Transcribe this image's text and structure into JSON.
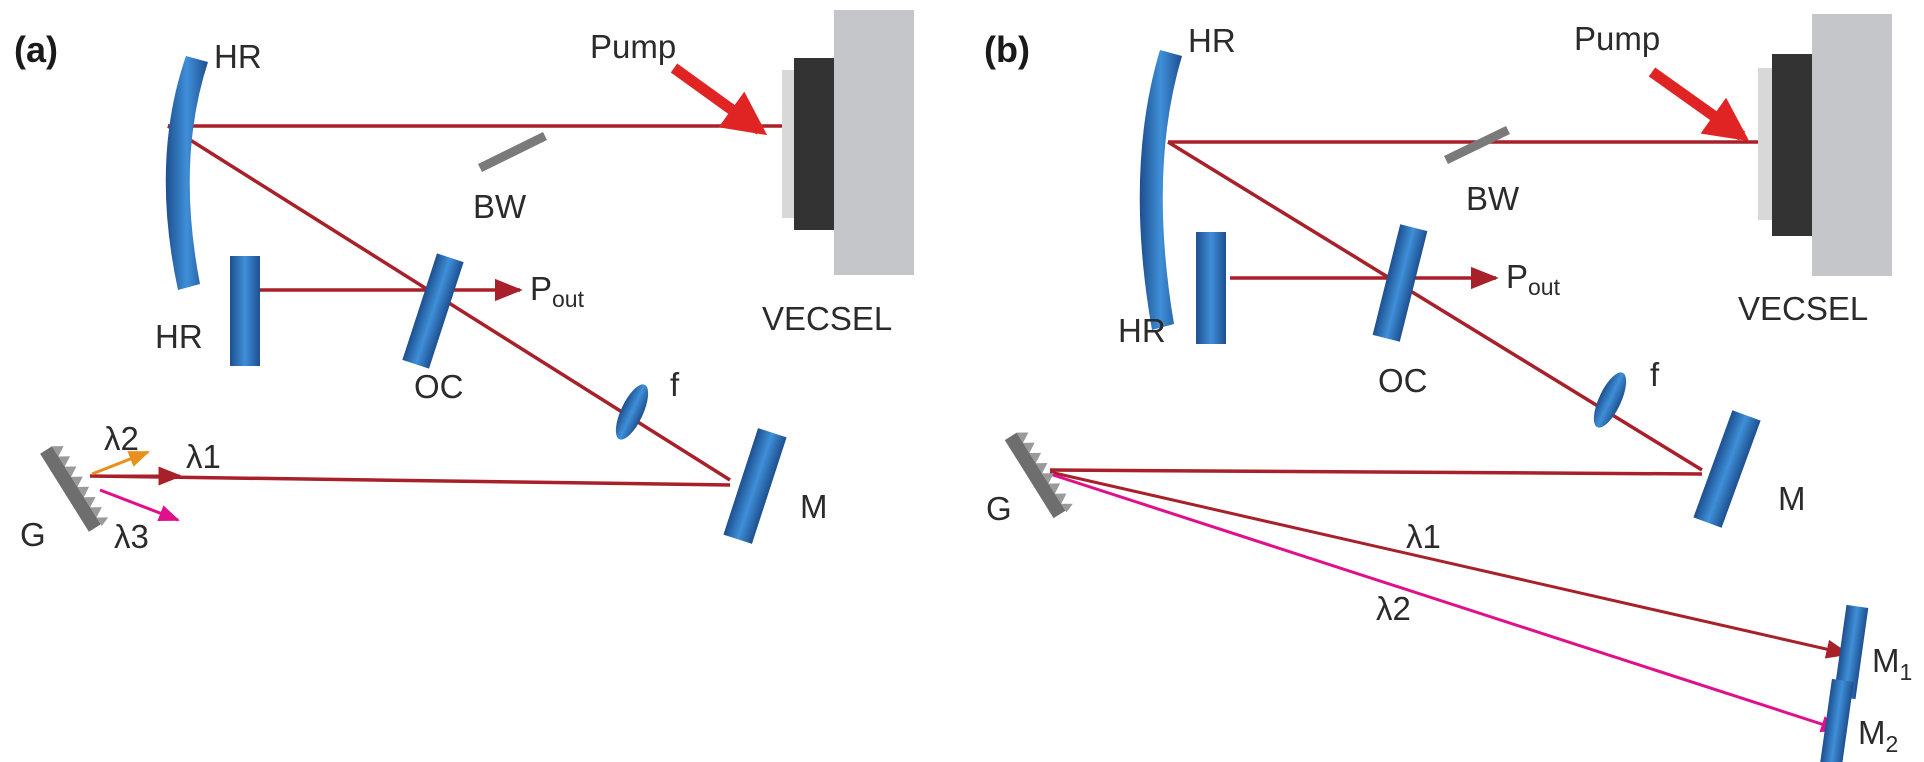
{
  "panel_a": {
    "tag": "(a)",
    "pump": "Pump",
    "hr_top": "HR",
    "bw": "BW",
    "hr_left": "HR",
    "oc": "OC",
    "pout_main": "P",
    "pout_sub": "out",
    "vecsel": "VECSEL",
    "f": "f",
    "m": "M",
    "g": "G",
    "lambda1": "λ1",
    "lambda2": "λ2",
    "lambda3": "λ3"
  },
  "panel_b": {
    "tag": "(b)",
    "pump": "Pump",
    "hr_top": "HR",
    "bw": "BW",
    "hr_left": "HR",
    "oc": "OC",
    "pout_main": "P",
    "pout_sub": "out",
    "vecsel": "VECSEL",
    "f": "f",
    "m": "M",
    "g": "G",
    "lambda1": "λ1",
    "lambda2": "λ2",
    "m1_main": "M",
    "m1_sub": "1",
    "m2_main": "M",
    "m2_sub": "2"
  },
  "colors": {
    "beam": "#a8202a",
    "beam_orange": "#e8901c",
    "beam_magenta": "#e0108c",
    "pump_arrow": "#e02424",
    "optic_blue": "#2a70b8",
    "heatsink": "#c4c6c9",
    "chip": "#333333",
    "grating": "#8a8a8a"
  }
}
